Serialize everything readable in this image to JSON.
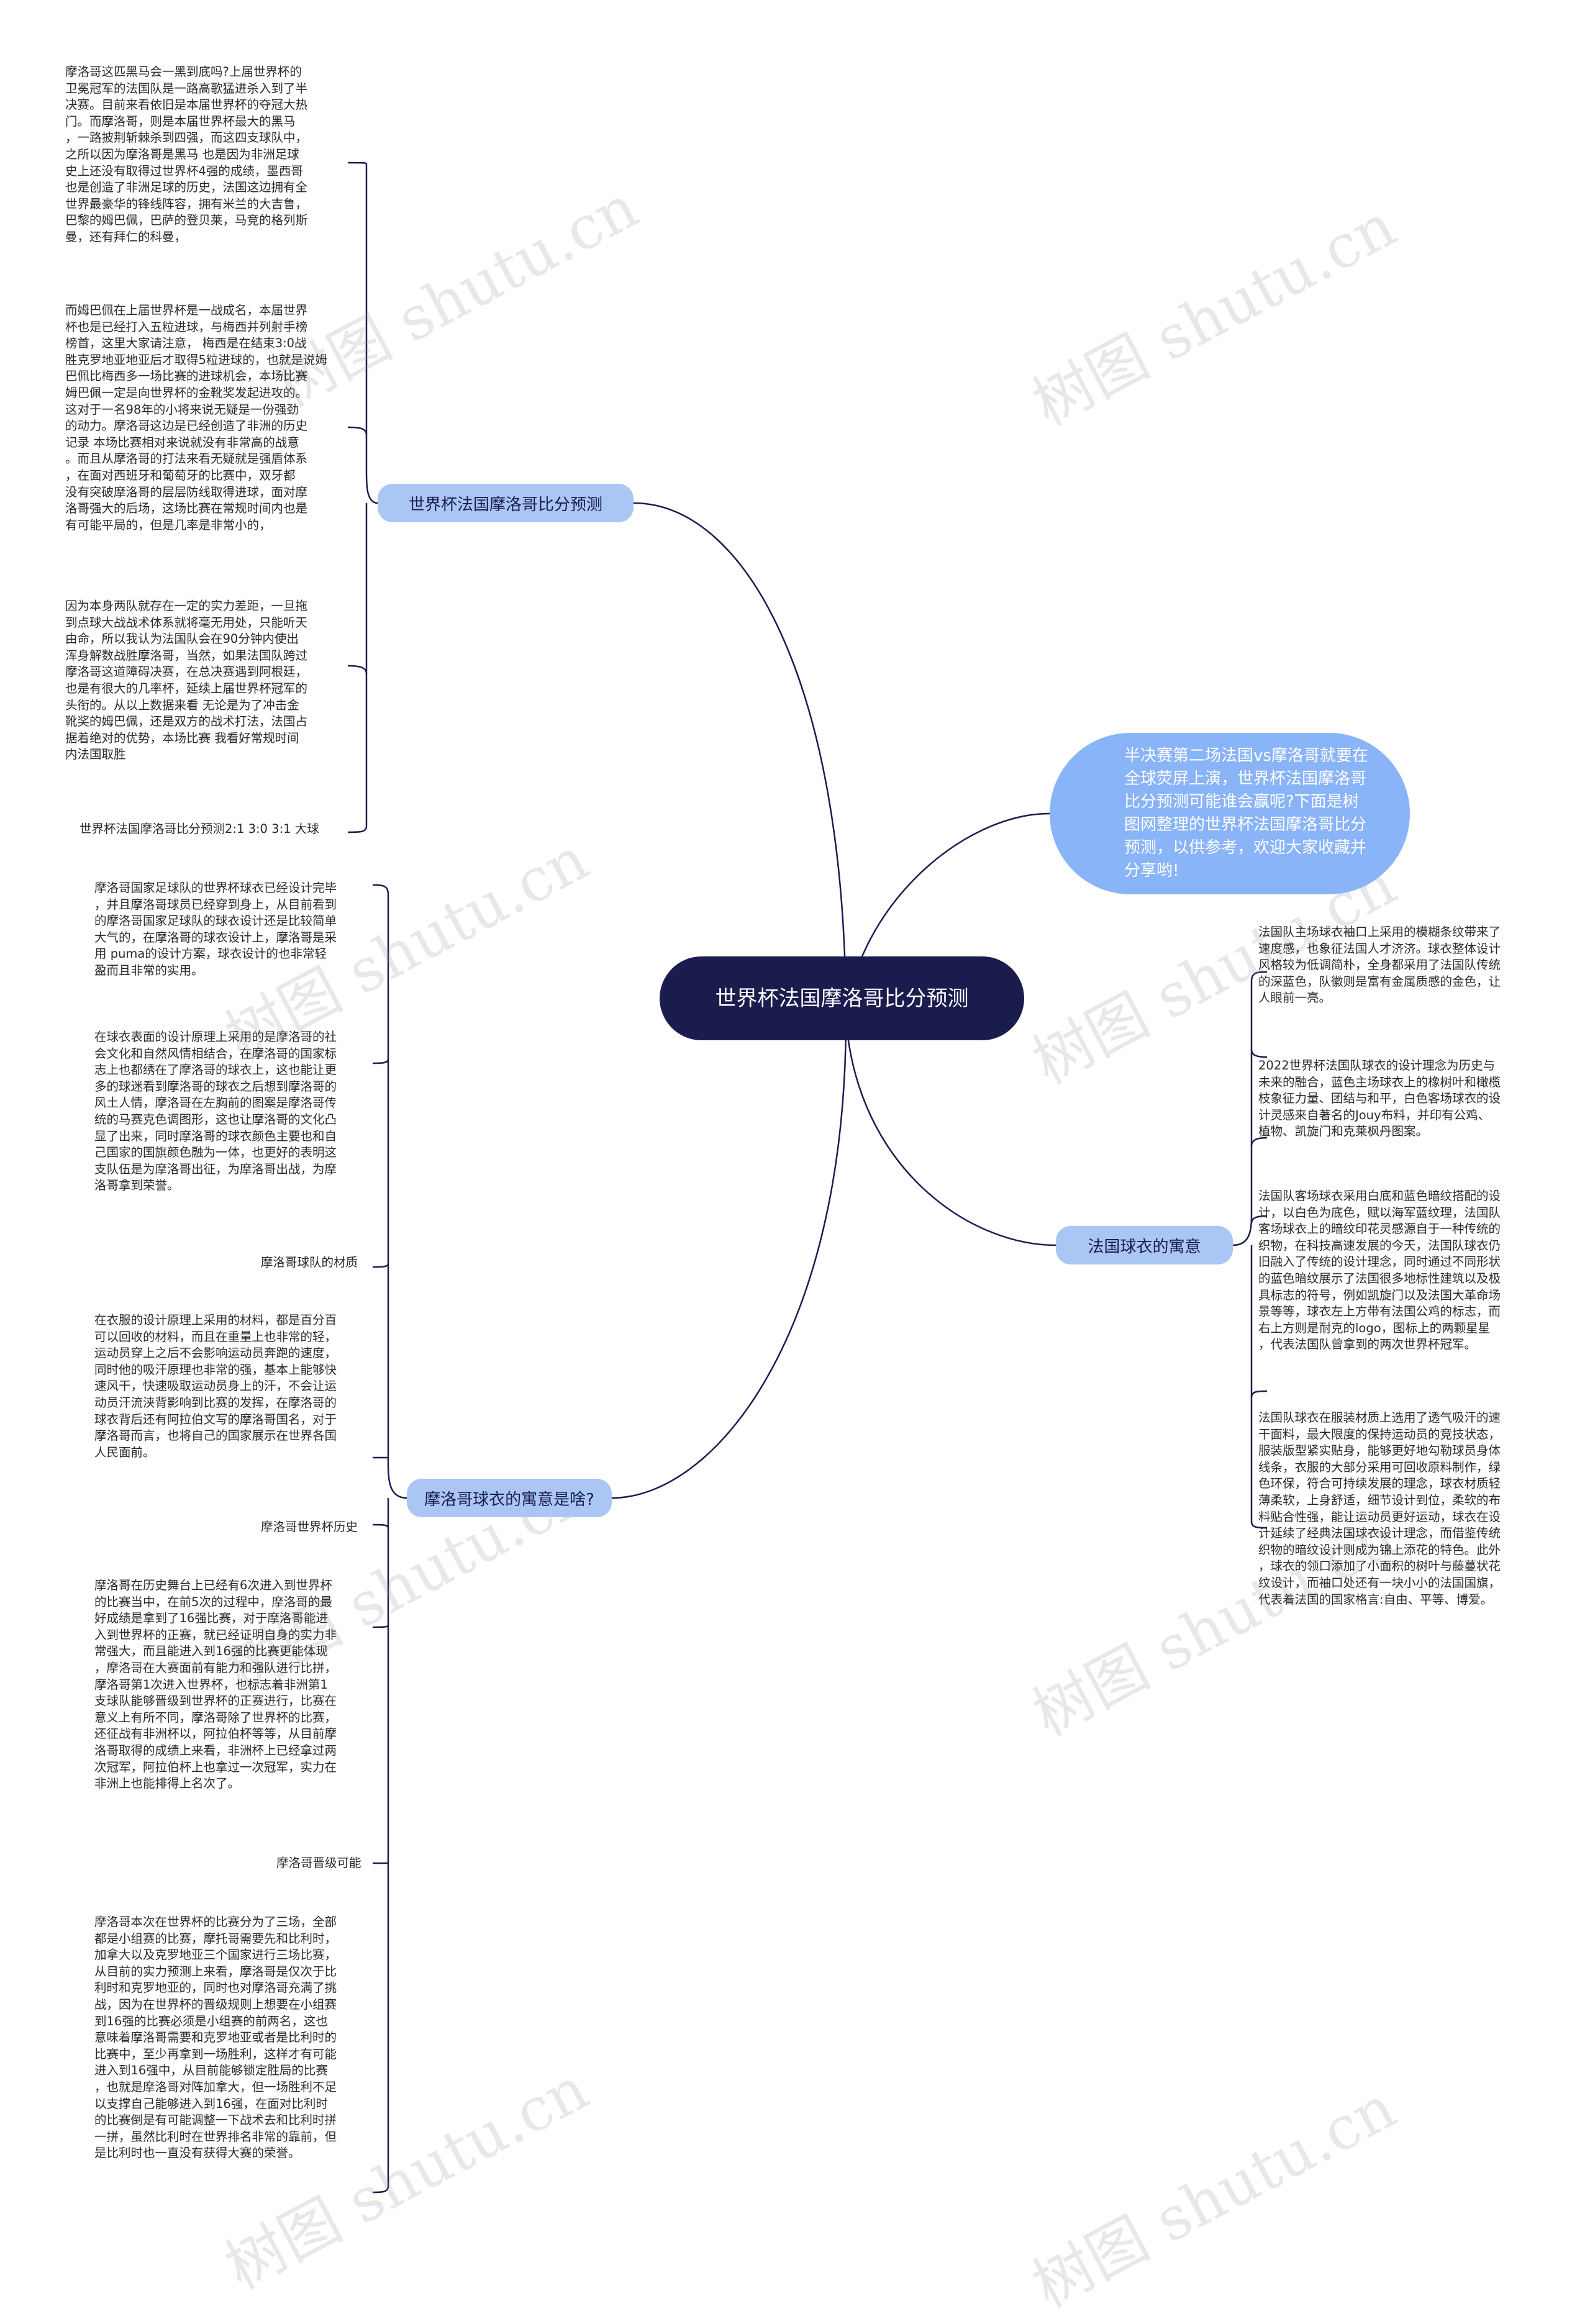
{
  "central": "世界杯法国摩洛哥比分预测",
  "intro": "半决赛第二场法国vs摩洛哥就要在全球荧屏上演，世界杯法国摩洛哥比分预测可能谁会赢呢?下面是树图网整理的世界杯法国摩洛哥比分预测，以供参考，欢迎大家收藏并分享哟!",
  "branch1": {
    "label": "世界杯法国摩洛哥比分预测",
    "paras": [
      "摩洛哥这匹黑马会一黑到底吗?上届世界杯的\n卫冕冠军的法国队是一路高歌猛进杀入到了半\n决赛。目前来看依旧是本届世界杯的夺冠大热\n门。而摩洛哥，则是本届世界杯最大的黑马\n，一路披荆斩棘杀到四强，而这四支球队中，\n之所以因为摩洛哥是黑马 也是因为非洲足球\n史上还没有取得过世界杯4强的成绩，墨西哥\n也是创造了非洲足球的历史，法国这边拥有全\n世界最豪华的锋线阵容，拥有米兰的大吉鲁，\n巴黎的姆巴佩，巴萨的登贝莱，马竞的格列斯\n曼，还有拜仁的科曼，",
      "而姆巴佩在上届世界杯是一战成名，本届世界\n杯也是已经打入五粒进球，与梅西并列射手榜\n榜首，这里大家请注意，  梅西是在结束3:0战\n胜克罗地亚地亚后才取得5粒进球的，也就是说姆\n巴佩比梅西多一场比赛的进球机会，本场比赛\n姆巴佩一定是向世界杯的金靴奖发起进攻的。\n这对于一名98年的小将来说无疑是一份强劲\n的动力。摩洛哥这边是已经创造了非洲的历史\n记录 本场比赛相对来说就没有非常高的战意\n。而且从摩洛哥的打法来看无疑就是强盾体系\n，在面对西班牙和葡萄牙的比赛中，双牙都\n没有突破摩洛哥的层层防线取得进球，面对摩\n洛哥强大的后场，这场比赛在常规时间内也是\n有可能平局的，但是几率是非常小的，",
      "因为本身两队就存在一定的实力差距，一旦拖\n到点球大战战术体系就将毫无用处，只能听天\n由命，所以我认为法国队会在90分钟内使出\n浑身解数战胜摩洛哥，当然，如果法国队跨过\n摩洛哥这道障碍决赛，在总决赛遇到阿根廷，\n也是有很大的几率杯，延续上届世界杯冠军的\n头衔的。从以上数据来看 无论是为了冲击金\n靴奖的姆巴佩，还是双方的战术打法，法国占\n据着绝对的优势，本场比赛 我看好常规时间\n内法国取胜"
    ],
    "tail": "世界杯法国摩洛哥比分预测2:1  3:0  3:1  大球"
  },
  "branch2": {
    "label": "摩洛哥球衣的寓意是啥?",
    "paras": [
      "摩洛哥国家足球队的世界杯球衣已经设计完毕\n，并且摩洛哥球员已经穿到身上，从目前看到\n的摩洛哥国家足球队的球衣设计还是比较简单\n大气的，在摩洛哥的球衣设计上，摩洛哥是采\n用 puma的设计方案，球衣设计的也非常轻\n盈而且非常的实用。",
      "在球衣表面的设计原理上采用的是摩洛哥的社\n会文化和自然风情相结合，在摩洛哥的国家标\n志上也都绣在了摩洛哥的球衣上，这也能让更\n多的球迷看到摩洛哥的球衣之后想到摩洛哥的\n风土人情，摩洛哥在左胸前的图案是摩洛哥传\n统的马赛克色调图形，这也让摩洛哥的文化凸\n显了出来，同时摩洛哥的球衣颜色主要也和自\n己国家的国旗颜色融为一体，也更好的表明这\n支队伍是为摩洛哥出征，为摩洛哥出战，为摩\n洛哥拿到荣誉。",
      "在衣服的设计原理上采用的材料，都是百分百\n可以回收的材料，而且在重量上也非常的轻，\n运动员穿上之后不会影响运动员奔跑的速度，\n同时他的吸汗原理也非常的强，基本上能够快\n速风干，快速吸取运动员身上的汗，不会让运\n动员汗流浃背影响到比赛的发挥，在摩洛哥的\n球衣背后还有阿拉伯文写的摩洛哥国名，对于\n摩洛哥而言，也将自己的国家展示在世界各国\n人民面前。",
      "摩洛哥在历史舞台上已经有6次进入到世界杯\n的比赛当中，在前5次的过程中，摩洛哥的最\n好成绩是拿到了16强比赛，对于摩洛哥能进\n入到世界杯的正赛，就已经证明自身的实力非\n常强大，而且能进入到16强的比赛更能体现\n，摩洛哥在大赛面前有能力和强队进行比拼，\n摩洛哥第1次进入世界杯，也标志着非洲第1\n支球队能够晋级到世界杯的正赛进行，比赛在\n意义上有所不同，摩洛哥除了世界杯的比赛，\n还征战有非洲杯以，阿拉伯杯等等，从目前摩\n洛哥取得的成绩上来看，非洲杯上已经拿过两\n次冠军，阿拉伯杯上也拿过一次冠军，实力在\n非洲上也能排得上名次了。",
      "摩洛哥本次在世界杯的比赛分为了三场，全部\n都是小组赛的比赛，摩托哥需要先和比利时，\n加拿大以及克罗地亚三个国家进行三场比赛，\n从目前的实力预测上来看，摩洛哥是仅次于比\n利时和克罗地亚的，同时也对摩洛哥充满了挑\n战，因为在世界杯的晋级规则上想要在小组赛\n到16强的比赛必须是小组赛的前两名，这也\n意味着摩洛哥需要和克罗地亚或者是比利时的\n比赛中，至少再拿到一场胜利，这样才有可能\n进入到16强中，从目前能够锁定胜局的比赛\n，也就是摩洛哥对阵加拿大，但一场胜利不足\n以支撑自己能够进入到16强，在面对比利时\n的比赛倒是有可能调整一下战术去和比利时拼\n一拼，虽然比利时在世界排名非常的靠前，但\n是比利时也一直没有获得大赛的荣誉。"
    ],
    "labels": [
      "摩洛哥球队的材质",
      "摩洛哥世界杯历史",
      "摩洛哥晋级可能"
    ]
  },
  "branch3": {
    "label": "法国球衣的寓意",
    "paras": [
      "法国队主场球衣袖口上采用的模糊条纹带来了\n速度感，也象征法国人才济济。球衣整体设计\n风格较为低调简朴，全身都采用了法国队传统\n的深蓝色，队徽则是富有金属质感的金色，让\n人眼前一亮。",
      "2022世界杯法国队球衣的设计理念为历史与\n未来的融合，蓝色主场球衣上的橡树叶和橄榄\n枝象征力量、团结与和平，白色客场球衣的设\n计灵感来自著名的Jouy布料，并印有公鸡、\n植物、凯旋门和克莱枫丹图案。",
      "法国队客场球衣采用白底和蓝色暗纹搭配的设\n计，以白色为底色，赋以海军蓝纹理，法国队\n客场球衣上的暗纹印花灵感源自于一种传统的\n织物，在科技高速发展的今天，法国队球衣仍\n旧融入了传统的设计理念，同时通过不同形状\n的蓝色暗纹展示了法国很多地标性建筑以及极\n具标志的符号，例如凯旋门以及法国大革命场\n景等等，球衣左上方带有法国公鸡的标志，而\n右上方则是耐克的logo，图标上的两颗星星\n，代表法国队曾拿到的两次世界杯冠军。",
      "法国队球衣在服装材质上选用了透气吸汗的速\n干面料，最大限度的保持运动员的竞技状态，\n服装版型紧实贴身，能够更好地勾勒球员身体\n线条，衣服的大部分采用可回收原料制作，绿\n色环保，符合可持续发展的理念，球衣材质轻\n薄柔软，上身舒适，细节设计到位，柔软的布\n料贴合性强，能让运动员更好运动，球衣在设\n计延续了经典法国球衣设计理念，而借鉴传统\n织物的暗纹设计则成为锦上添花的特色。此外\n，球衣的领口添加了小面积的树叶与藤蔓状花\n纹设计，而袖口处还有一块小小的法国国旗，\n代表着法国的国家格言:自由、平等、博爱。"
    ]
  },
  "watermark": "树图 shutu.cn",
  "colors": {
    "central": "#1b1c4e",
    "branch": "#a9c6f5",
    "intro": "#8ab4f8",
    "line": "#1b1c4e"
  }
}
